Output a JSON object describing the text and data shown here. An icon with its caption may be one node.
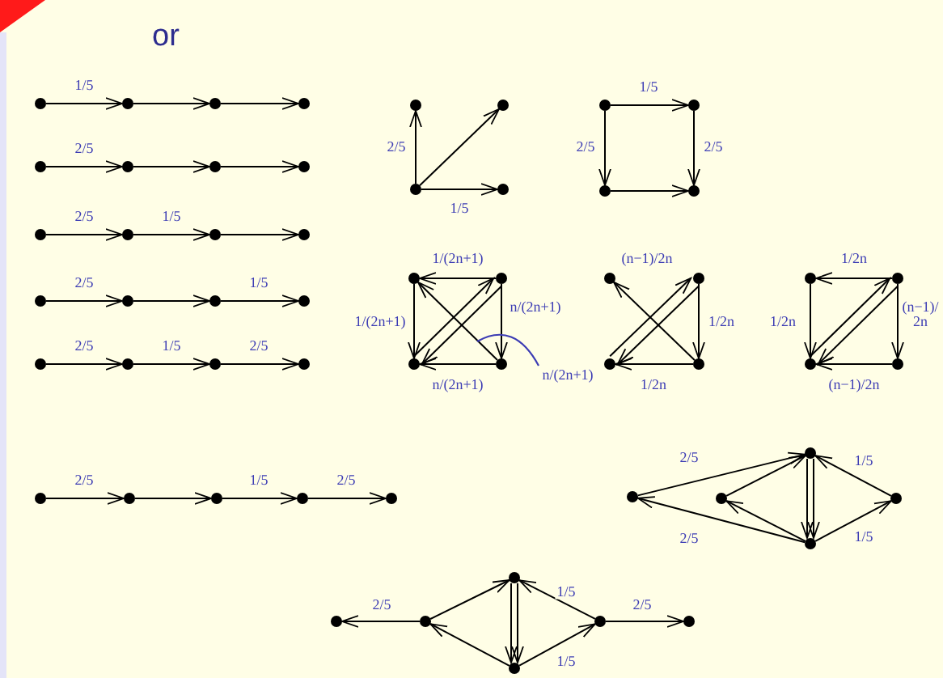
{
  "diagram": {
    "nodes": [
      {
        "text": [],
        "shape": "circle"
      },
      {
        "text": [],
        "shape": "circle"
      },
      {
        "text": [],
        "shape": "circle"
      },
      {
        "text": [],
        "shape": "circle"
      },
      {
        "text": [],
        "shape": "circle"
      },
      {
        "text": [],
        "shape": "circle"
      },
      {
        "text": [],
        "shape": "circle"
      },
      {
        "text": [],
        "shape": "circle"
      },
      {
        "text": [],
        "shape": "circle"
      },
      {
        "text": [],
        "shape": "circle"
      },
      {
        "text": [],
        "shape": "circle"
      },
      {
        "text": [],
        "shape": "circle"
      },
      {
        "text": [],
        "shape": "circle"
      },
      {
        "text": [],
        "shape": "circle"
      },
      {
        "text": [],
        "shape": "circle"
      },
      {
        "text": [],
        "shape": "circle"
      },
      {
        "text": [],
        "shape": "circle"
      },
      {
        "text": [],
        "shape": "circle"
      },
      {
        "text": [],
        "shape": "circle"
      },
      {
        "text": [],
        "shape": "circle"
      },
      {
        "text": [],
        "shape": "circle"
      },
      {
        "text": [],
        "shape": "circle"
      },
      {
        "text": [],
        "shape": "circle"
      },
      {
        "text": [],
        "shape": "circle"
      },
      {
        "text": [],
        "shape": "circle"
      },
      {
        "text": [],
        "shape": "circle"
      },
      {
        "text": [],
        "shape": "circle"
      },
      {
        "text": [],
        "shape": "circle"
      },
      {
        "text": [],
        "shape": "circle"
      },
      {
        "text": [],
        "shape": "circle"
      },
      {
        "text": [],
        "shape": "circle"
      },
      {
        "text": [],
        "shape": "circle"
      },
      {
        "text": [],
        "shape": "circle"
      },
      {
        "text": [],
        "shape": "circle"
      },
      {
        "text": [],
        "shape": "circle"
      },
      {
        "text": [],
        "shape": "circle"
      },
      {
        "text": [],
        "shape": "circle"
      },
      {
        "text": [],
        "shape": "circle"
      },
      {
        "text": [],
        "shape": "circle"
      },
      {
        "text": [],
        "shape": "circle"
      },
      {
        "text": [],
        "shape": "circle"
      },
      {
        "text": [],
        "shape": "circle"
      },
      {
        "text": [],
        "shape": "circle"
      },
      {
        "text": [],
        "shape": "circle"
      },
      {
        "text": [],
        "shape": "circle"
      },
      {
        "text": [],
        "shape": "circle"
      },
      {
        "text": [],
        "shape": "circle"
      },
      {
        "text": [],
        "shape": "circle"
      },
      {
        "text": [],
        "shape": "circle"
      },
      {
        "text": [],
        "shape": "circle"
      },
      {
        "text": [],
        "shape": "circle"
      },
      {
        "text": [],
        "shape": "circle"
      },
      {
        "text": [],
        "shape": "circle"
      },
      {
        "text": [],
        "shape": "circle"
      },
      {
        "text": [],
        "shape": "circle"
      },
      {
        "text": [],
        "shape": "circle"
      },
      {
        "text": [
          "n/(2n+1)"
        ]
      }
    ],
    "edges": [
      {
        "from": 0,
        "to": 1,
        "arrow": "to",
        "label": "1/5"
      },
      {
        "from": 1,
        "to": 2,
        "arrow": "to"
      },
      {
        "from": 2,
        "to": 3,
        "arrow": "to"
      },
      {
        "from": 4,
        "to": 5,
        "arrow": "to",
        "label": "2/5"
      },
      {
        "from": 5,
        "to": 6,
        "arrow": "to"
      },
      {
        "from": 6,
        "to": 7,
        "arrow": "to"
      },
      {
        "from": 8,
        "to": 9,
        "arrow": "to",
        "label": "2/5"
      },
      {
        "from": 9,
        "to": 10,
        "arrow": "to",
        "label": "1/5"
      },
      {
        "from": 10,
        "to": 11,
        "arrow": "to"
      },
      {
        "from": 12,
        "to": 13,
        "arrow": "to",
        "label": "2/5"
      },
      {
        "from": 13,
        "to": 14,
        "arrow": "to"
      },
      {
        "from": 14,
        "to": 15,
        "arrow": "to",
        "label": "1/5"
      },
      {
        "from": 16,
        "to": 17,
        "arrow": "to",
        "label": "2/5"
      },
      {
        "from": 17,
        "to": 18,
        "arrow": "to",
        "label": "1/5"
      },
      {
        "from": 18,
        "to": 19,
        "arrow": "to",
        "label": "2/5"
      },
      {
        "from": 20,
        "to": 21,
        "arrow": "to",
        "label": "2/5"
      },
      {
        "from": 20,
        "to": 22,
        "arrow": "to"
      },
      {
        "from": 20,
        "to": 23,
        "arrow": "to",
        "label": "1/5"
      },
      {
        "from": 24,
        "to": 25,
        "arrow": "to",
        "label": "1/5"
      },
      {
        "from": 24,
        "to": 26,
        "arrow": "to",
        "label": "2/5"
      },
      {
        "from": 25,
        "to": 27,
        "arrow": "to",
        "label": "2/5"
      },
      {
        "from": 26,
        "to": 27,
        "arrow": "to"
      },
      {
        "from": 29,
        "to": 28,
        "arrow": "to",
        "label": "1/(2n+1)"
      },
      {
        "from": 28,
        "to": 30,
        "arrow": "to",
        "label": "1/(2n+1)"
      },
      {
        "from": 29,
        "to": 31,
        "arrow": "to",
        "label": "n/(2n+1)"
      },
      {
        "from": 31,
        "to": 30,
        "arrow": "to",
        "label": "n/(2n+1)"
      },
      {
        "from": 31,
        "to": 28,
        "arrow": "to"
      },
      {
        "from": 30,
        "to": 29,
        "arrow": "to"
      },
      {
        "from": 29,
        "to": 30,
        "arrow": "to"
      },
      {
        "from": 35,
        "to": 32,
        "arrow": "to",
        "label": "(n−1)/2n"
      },
      {
        "from": 33,
        "to": 35,
        "arrow": "to",
        "label": "1/2n"
      },
      {
        "from": 35,
        "to": 34,
        "arrow": "to",
        "label": "1/2n"
      },
      {
        "from": 34,
        "to": 33,
        "arrow": "to"
      },
      {
        "from": 33,
        "to": 34,
        "arrow": "to"
      },
      {
        "from": 37,
        "to": 36,
        "arrow": "to",
        "label": "1/2n"
      },
      {
        "from": 36,
        "to": 38,
        "arrow": "to",
        "label": "1/2n"
      },
      {
        "from": 37,
        "to": 39,
        "arrow": "to",
        "label": "(n−1)/2n"
      },
      {
        "from": 39,
        "to": 38,
        "arrow": "to",
        "label": "(n−1)/2n"
      },
      {
        "from": 38,
        "to": 37,
        "arrow": "to"
      },
      {
        "from": 37,
        "to": 38,
        "arrow": "to"
      },
      {
        "from": 40,
        "to": 41,
        "arrow": "to",
        "label": "2/5"
      },
      {
        "from": 41,
        "to": 42,
        "arrow": "to"
      },
      {
        "from": 42,
        "to": 43,
        "arrow": "to",
        "label": "1/5"
      },
      {
        "from": 43,
        "to": 44,
        "arrow": "to",
        "label": "2/5"
      },
      {
        "from": 45,
        "to": 47,
        "arrow": "to",
        "label": "2/5"
      },
      {
        "from": 48,
        "to": 45,
        "arrow": "to",
        "label": "2/5"
      },
      {
        "from": 46,
        "to": 47,
        "arrow": "to"
      },
      {
        "from": 48,
        "to": 46,
        "arrow": "to"
      },
      {
        "from": 47,
        "to": 48,
        "arrow": "to"
      },
      {
        "from": 47,
        "to": 48,
        "arrow": "to"
      },
      {
        "from": 49,
        "to": 47,
        "arrow": "to",
        "label": "1/5"
      },
      {
        "from": 48,
        "to": 49,
        "arrow": "to",
        "label": "1/5"
      },
      {
        "from": 51,
        "to": 50,
        "arrow": "to",
        "label": "2/5"
      },
      {
        "from": 51,
        "to": 52,
        "arrow": "to"
      },
      {
        "from": 53,
        "to": 51,
        "arrow": "to"
      },
      {
        "from": 52,
        "to": 53,
        "arrow": "to"
      },
      {
        "from": 52,
        "to": 53,
        "arrow": "to"
      },
      {
        "from": 54,
        "to": 52,
        "arrow": "to",
        "label": "1/5"
      },
      {
        "from": 53,
        "to": 54,
        "arrow": "to",
        "label": "1/5"
      },
      {
        "from": 54,
        "to": 55,
        "arrow": "to",
        "label": "2/5"
      },
      {
        "from": 56,
        "to": null,
        "arrow": "none",
        "color": "#3c3cb4"
      }
    ],
    "labels": [
      "or"
    ]
  }
}
